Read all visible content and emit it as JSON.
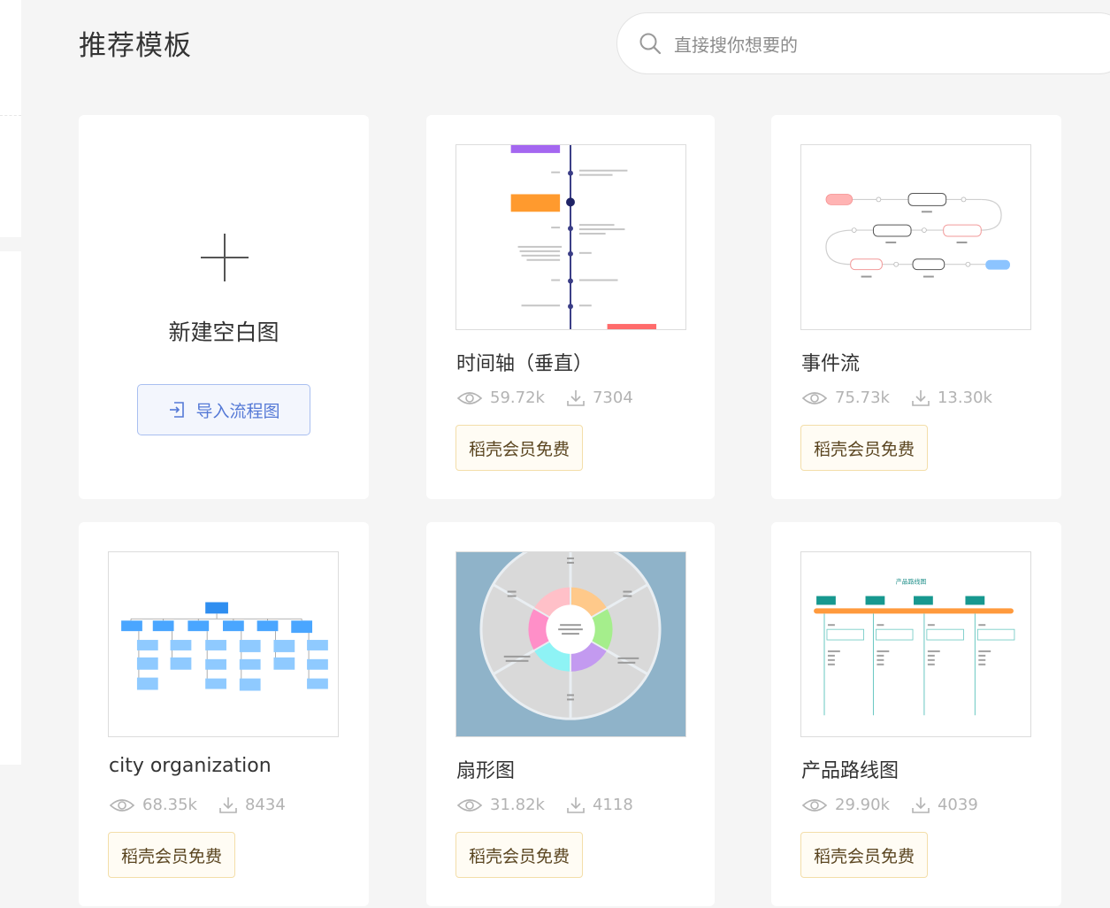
{
  "page": {
    "title": "推荐模板"
  },
  "search": {
    "placeholder": "直接搜你想要的"
  },
  "new_card": {
    "title": "新建空白图",
    "import_label": "导入流程图"
  },
  "templates": [
    {
      "title": "时间轴（垂直）",
      "views": "59.72k",
      "downloads": "7304",
      "badge": "稻壳会员免费"
    },
    {
      "title": "事件流",
      "views": "75.73k",
      "downloads": "13.30k",
      "badge": "稻壳会员免费"
    },
    {
      "title": "city organization",
      "views": "68.35k",
      "downloads": "8434",
      "badge": "稻壳会员免费"
    },
    {
      "title": "扇形图",
      "views": "31.82k",
      "downloads": "4118",
      "badge": "稻壳会员免费"
    },
    {
      "title": "产品路线图",
      "views": "29.90k",
      "downloads": "4039",
      "badge": "稻壳会员免费"
    }
  ],
  "thumbnails": {
    "product_roadmap_title": "产品路线图"
  },
  "colors": {
    "accent_blue": "#5579d6",
    "badge_border": "#f3dea9",
    "badge_text": "#5a4520",
    "stat_gray": "#b3b3b3"
  },
  "icons": {
    "search": "magnifier",
    "plus": "plus",
    "import": "import-arrow",
    "views": "eye",
    "downloads": "download-arrow"
  }
}
